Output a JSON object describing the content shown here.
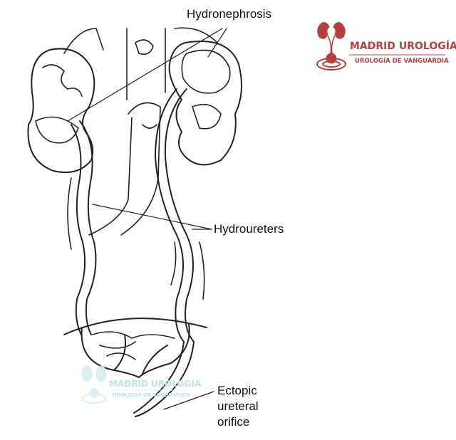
{
  "labels": {
    "hydronephrosis": "Hydronephrosis",
    "hydroureters": "Hydroureters",
    "ectopic": [
      "Ectopic",
      "ureteral",
      "orifice"
    ]
  },
  "logo": {
    "name": "MADRID UROLOGÍA",
    "tagline": "UROLOGÍA DE VANGUARDIA",
    "color": "#b5413f"
  },
  "watermark": {
    "name": "MADRID UROLOGÍA",
    "tagline": "UROLOGÍA DE VANGUARDIA",
    "color": "#bfe3ea"
  }
}
